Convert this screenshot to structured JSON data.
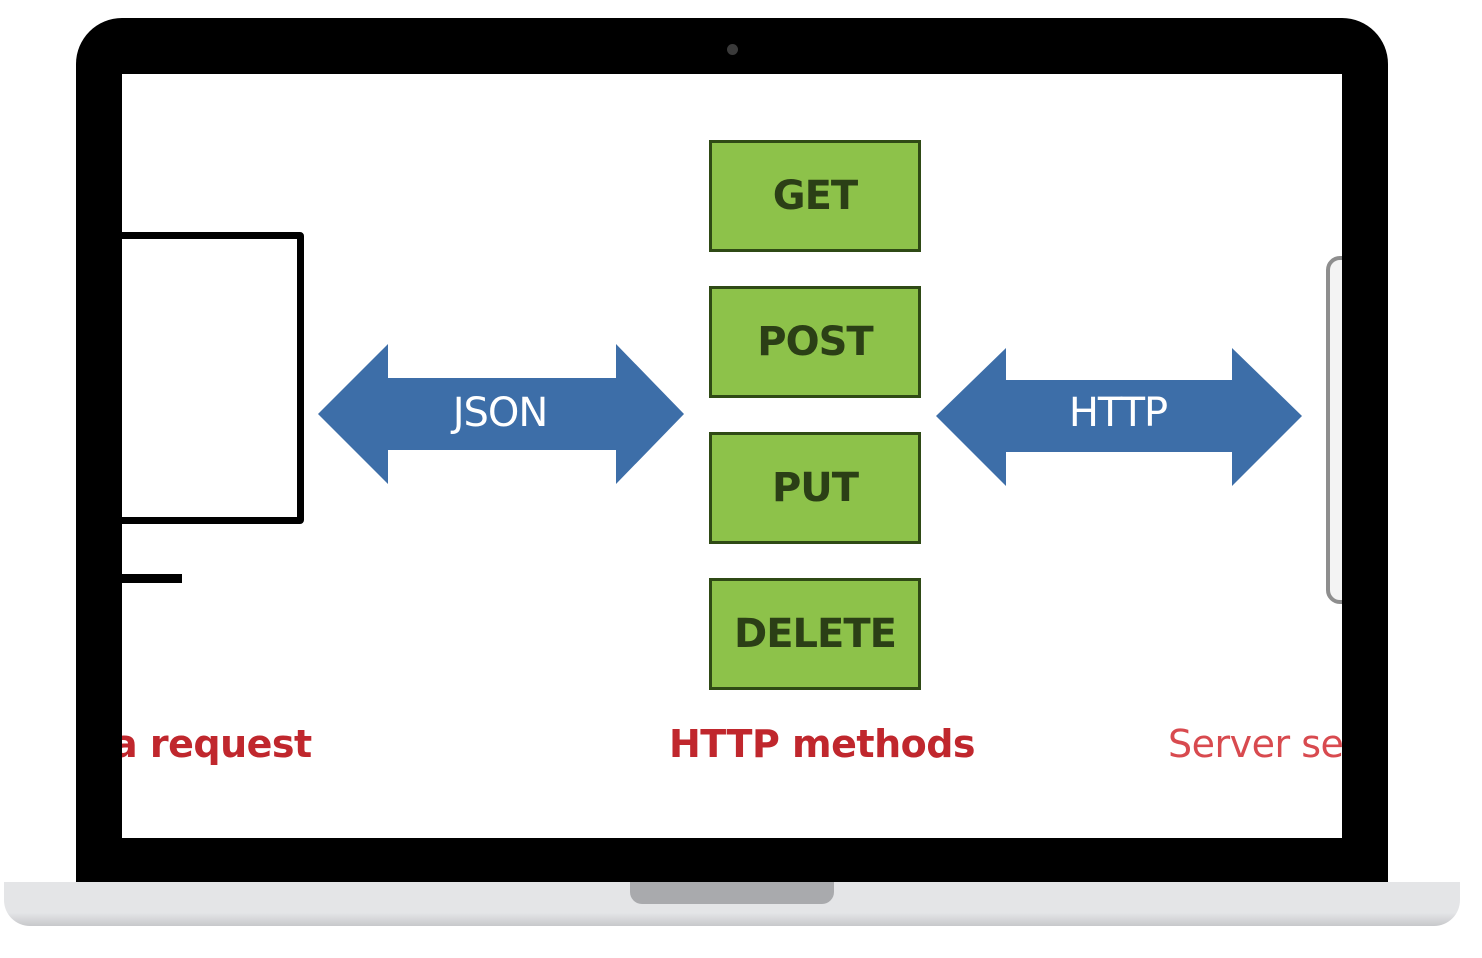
{
  "diagram": {
    "left_arrow_label": "JSON",
    "right_arrow_label": "HTTP",
    "methods": [
      "GET",
      "POST",
      "PUT",
      "DELETE"
    ],
    "captions": {
      "client": "a request",
      "methods": "HTTP methods",
      "server": "Server se"
    }
  },
  "colors": {
    "arrow": "#3d6ea8",
    "method_box": "#8dc24a",
    "method_text": "#2b3f16",
    "caption": "#c0272d",
    "device_frame": "#000000"
  }
}
